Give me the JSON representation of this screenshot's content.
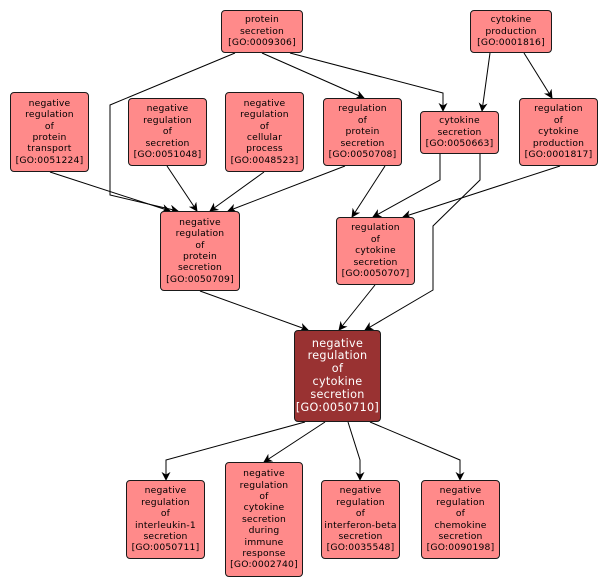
{
  "colors": {
    "node_fill": "#ff8a8a",
    "focus_fill": "#993232",
    "focus_text": "#ffffff",
    "node_text": "#000000",
    "edge": "#000000",
    "background": "#ffffff"
  },
  "nodes": [
    {
      "id": "GO:0009306",
      "lines": [
        "protein",
        "secretion",
        "[GO:0009306]"
      ],
      "focus": false
    },
    {
      "id": "GO:0001816",
      "lines": [
        "cytokine",
        "production",
        "[GO:0001816]"
      ],
      "focus": false
    },
    {
      "id": "GO:0051224",
      "lines": [
        "negative",
        "regulation",
        "of",
        "protein",
        "transport",
        "[GO:0051224]"
      ],
      "focus": false
    },
    {
      "id": "GO:0051048",
      "lines": [
        "negative",
        "regulation",
        "of",
        "secretion",
        "[GO:0051048]"
      ],
      "focus": false
    },
    {
      "id": "GO:0048523",
      "lines": [
        "negative",
        "regulation",
        "of",
        "cellular",
        "process",
        "[GO:0048523]"
      ],
      "focus": false
    },
    {
      "id": "GO:0050708",
      "lines": [
        "regulation",
        "of",
        "protein",
        "secretion",
        "[GO:0050708]"
      ],
      "focus": false
    },
    {
      "id": "GO:0050663",
      "lines": [
        "cytokine",
        "secretion",
        "[GO:0050663]"
      ],
      "focus": false
    },
    {
      "id": "GO:0001817",
      "lines": [
        "regulation",
        "of",
        "cytokine",
        "production",
        "[GO:0001817]"
      ],
      "focus": false
    },
    {
      "id": "GO:0050709",
      "lines": [
        "negative",
        "regulation",
        "of",
        "protein",
        "secretion",
        "[GO:0050709]"
      ],
      "focus": false
    },
    {
      "id": "GO:0050707",
      "lines": [
        "regulation",
        "of",
        "cytokine",
        "secretion",
        "[GO:0050707]"
      ],
      "focus": false
    },
    {
      "id": "GO:0050710",
      "lines": [
        "negative",
        "regulation",
        "of",
        "cytokine",
        "secretion",
        "[GO:0050710]"
      ],
      "focus": true
    },
    {
      "id": "GO:0050711",
      "lines": [
        "negative",
        "regulation",
        "of",
        "interleukin-1",
        "secretion",
        "[GO:0050711]"
      ],
      "focus": false
    },
    {
      "id": "GO:0002740",
      "lines": [
        "negative",
        "regulation",
        "of",
        "cytokine",
        "secretion",
        "during",
        "immune",
        "response",
        "[GO:0002740]"
      ],
      "focus": false
    },
    {
      "id": "GO:0035548",
      "lines": [
        "negative",
        "regulation",
        "of",
        "interferon-beta",
        "secretion",
        "[GO:0035548]"
      ],
      "focus": false
    },
    {
      "id": "GO:0090198",
      "lines": [
        "negative",
        "regulation",
        "of",
        "chemokine",
        "secretion",
        "[GO:0090198]"
      ],
      "focus": false
    }
  ],
  "edges": [
    {
      "from": "GO:0009306",
      "to": "GO:0050709"
    },
    {
      "from": "GO:0009306",
      "to": "GO:0050708"
    },
    {
      "from": "GO:0009306",
      "to": "GO:0050663"
    },
    {
      "from": "GO:0001816",
      "to": "GO:0050663"
    },
    {
      "from": "GO:0001816",
      "to": "GO:0001817"
    },
    {
      "from": "GO:0051224",
      "to": "GO:0050709"
    },
    {
      "from": "GO:0051048",
      "to": "GO:0050709"
    },
    {
      "from": "GO:0048523",
      "to": "GO:0050709"
    },
    {
      "from": "GO:0050708",
      "to": "GO:0050709"
    },
    {
      "from": "GO:0050708",
      "to": "GO:0050707"
    },
    {
      "from": "GO:0050663",
      "to": "GO:0050707"
    },
    {
      "from": "GO:0050663",
      "to": "GO:0050710"
    },
    {
      "from": "GO:0001817",
      "to": "GO:0050707"
    },
    {
      "from": "GO:0050709",
      "to": "GO:0050710"
    },
    {
      "from": "GO:0050707",
      "to": "GO:0050710"
    },
    {
      "from": "GO:0050710",
      "to": "GO:0050711"
    },
    {
      "from": "GO:0050710",
      "to": "GO:0002740"
    },
    {
      "from": "GO:0050710",
      "to": "GO:0035548"
    },
    {
      "from": "GO:0050710",
      "to": "GO:0090198"
    }
  ]
}
